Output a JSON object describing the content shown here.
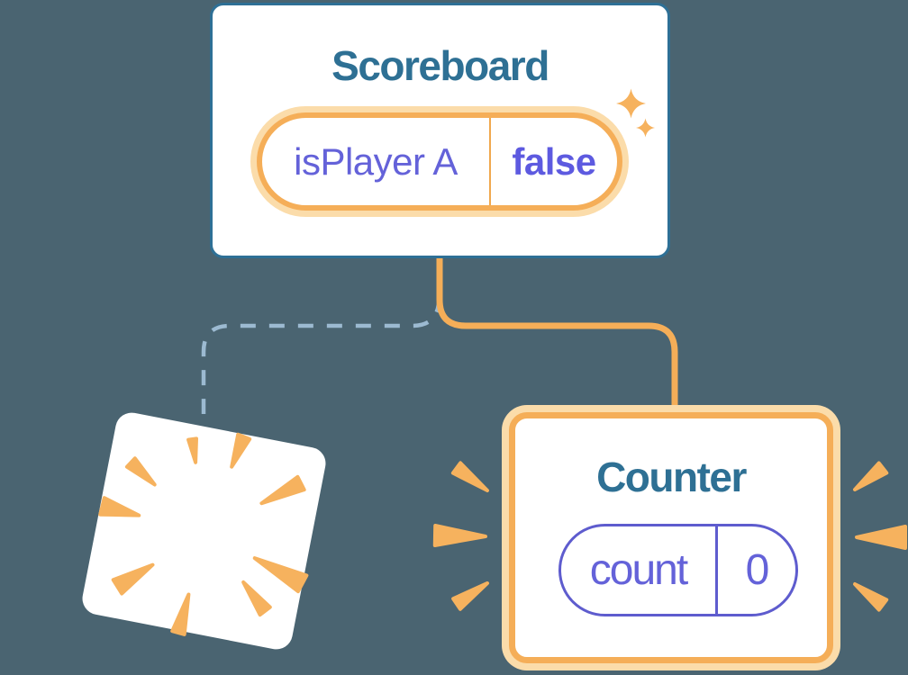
{
  "canvas": {
    "background": "#4a6471"
  },
  "colors": {
    "card_bg": "#ffffff",
    "card_border_blue": "#2e7096",
    "title_blue": "#2e7094",
    "accent_orange": "#f5ae58",
    "glow_orange": "#fbdcaa",
    "divider_orange": "#f0a84e",
    "ray_orange": "#f6b25e",
    "purple_text": "#6462d9",
    "purple_bold": "#5d5ae0",
    "purple_border": "#5e5cce",
    "dashed_blue": "#9cbad1"
  },
  "scoreboard": {
    "title": "Scoreboard",
    "state": {
      "key": "isPlayer A",
      "value": "false"
    }
  },
  "counter": {
    "title": "Counter",
    "state": {
      "key": "count",
      "value": "0"
    }
  }
}
